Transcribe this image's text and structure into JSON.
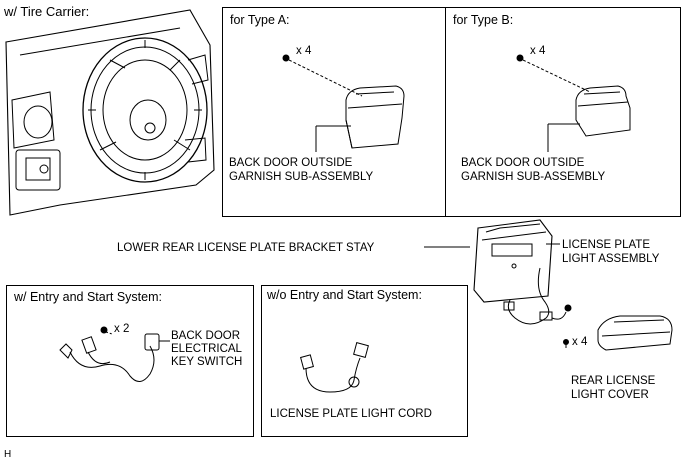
{
  "tire_carrier_title": "w/ Tire Carrier:",
  "type_a": {
    "title": "for Type A:",
    "qty": "x 4",
    "label_line1": "BACK DOOR OUTSIDE",
    "label_line2": "GARNISH SUB-ASSEMBLY"
  },
  "type_b": {
    "title": "for Type B:",
    "qty": "x 4",
    "label_line1": "BACK DOOR OUTSIDE",
    "label_line2": "GARNISH SUB-ASSEMBLY"
  },
  "bracket_stay_label": "LOWER REAR LICENSE PLATE BRACKET STAY",
  "light_assembly": {
    "line1": "LICENSE PLATE",
    "line2": "LIGHT ASSEMBLY"
  },
  "entry_start": {
    "title": "w/ Entry and Start System:",
    "qty": "x 2",
    "line1": "BACK DOOR",
    "line2": "ELECTRICAL",
    "line3": "KEY SWITCH"
  },
  "no_entry_start": {
    "title": "w/o Entry and Start System:",
    "cord_label": "LICENSE PLATE LIGHT CORD"
  },
  "cover": {
    "qty": "x 4",
    "line1": "REAR LICENSE",
    "line2": "LIGHT COVER"
  },
  "footer_code": "H"
}
